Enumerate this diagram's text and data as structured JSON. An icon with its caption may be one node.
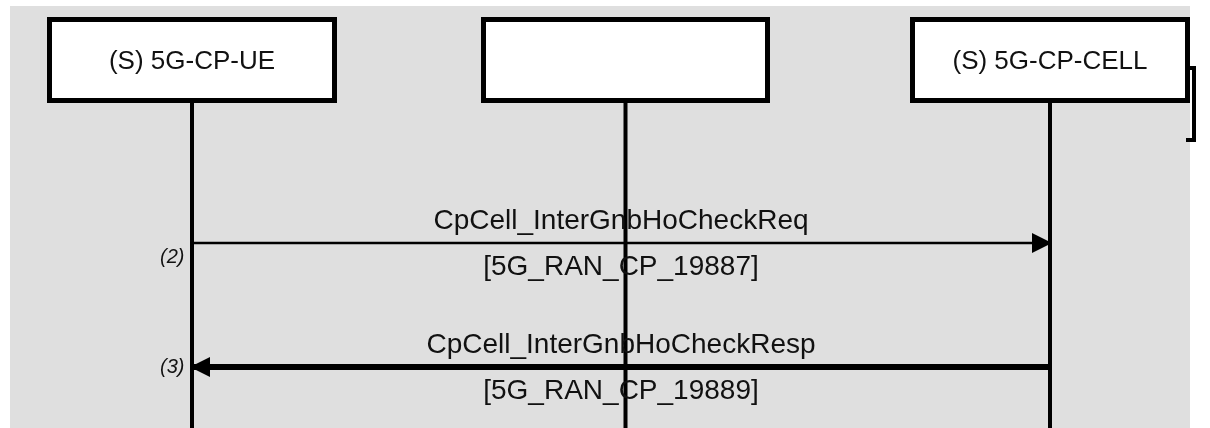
{
  "diagram": {
    "nodes": [
      {
        "text": [
          "(S) 5G-CP-UE"
        ]
      },
      {
        "text": [],
        "shape": "box"
      },
      {
        "text": [
          "(S) 5G-CP-CELL"
        ]
      }
    ],
    "edges": [
      {
        "from": 0,
        "to": 2,
        "arrow": "to",
        "label": "CpCell_InterGnbHoCheckReq [5G_RAN_CP_19887]"
      },
      {
        "from": 2,
        "to": 0,
        "arrow": "to",
        "label": "CpCell_InterGnbHoCheckResp [5G_RAN_CP_19889]",
        "style": "thick"
      }
    ],
    "labels": [
      "(2)",
      "(3)"
    ]
  }
}
